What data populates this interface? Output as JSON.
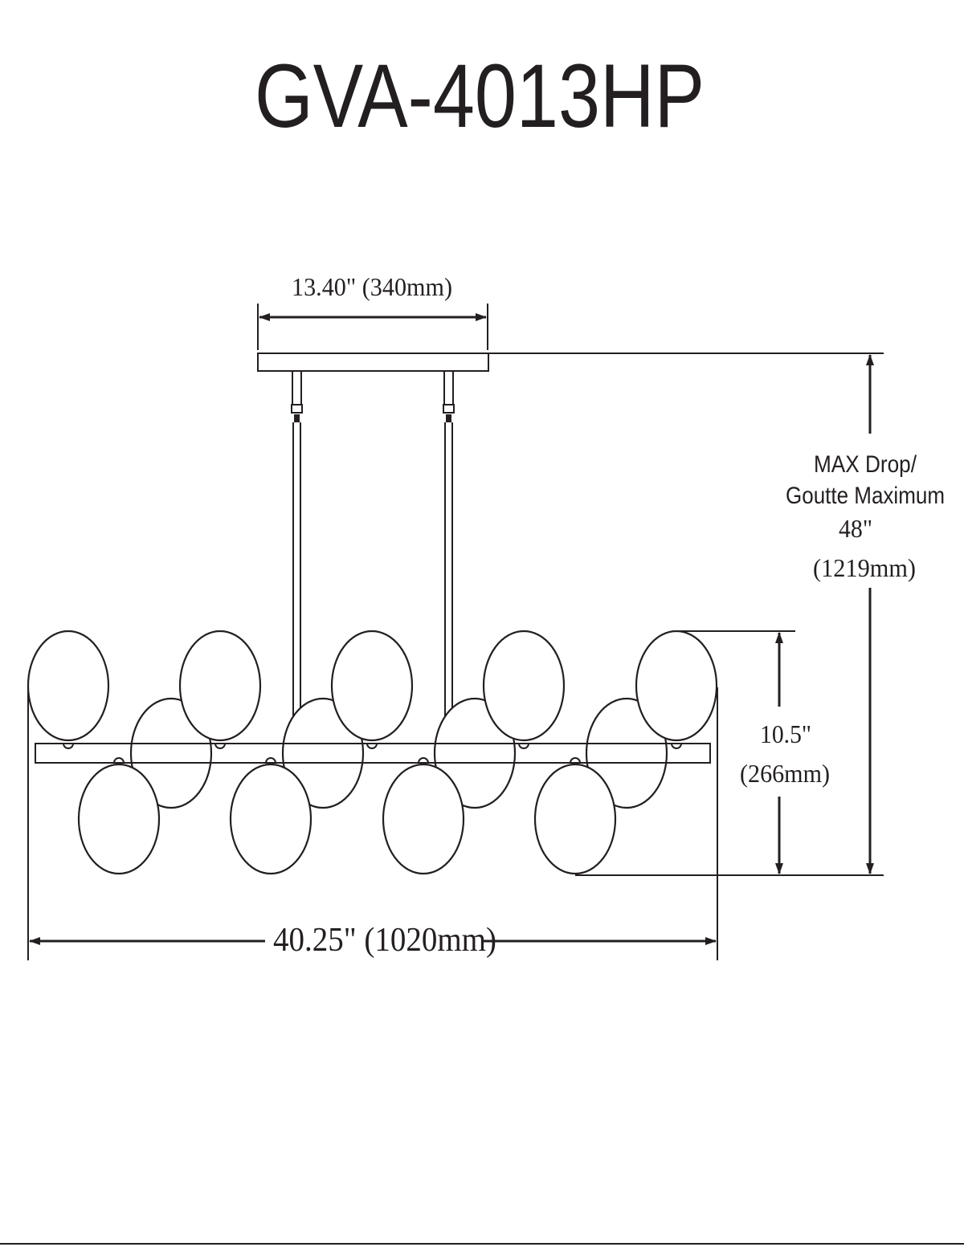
{
  "title": "GVA-4013HP",
  "dimensions": {
    "canopy_width": "13.40\" (340mm)",
    "max_drop_line1": "MAX Drop/",
    "max_drop_line2": "Goutte Maximum",
    "max_drop_value": "48\"",
    "max_drop_metric": "(1219mm)",
    "height_value": "10.5\"",
    "height_metric": "(266mm)",
    "overall_width": "40.25\" (1020mm)"
  },
  "colors": {
    "line": "#231f20",
    "background": "#ffffff"
  }
}
